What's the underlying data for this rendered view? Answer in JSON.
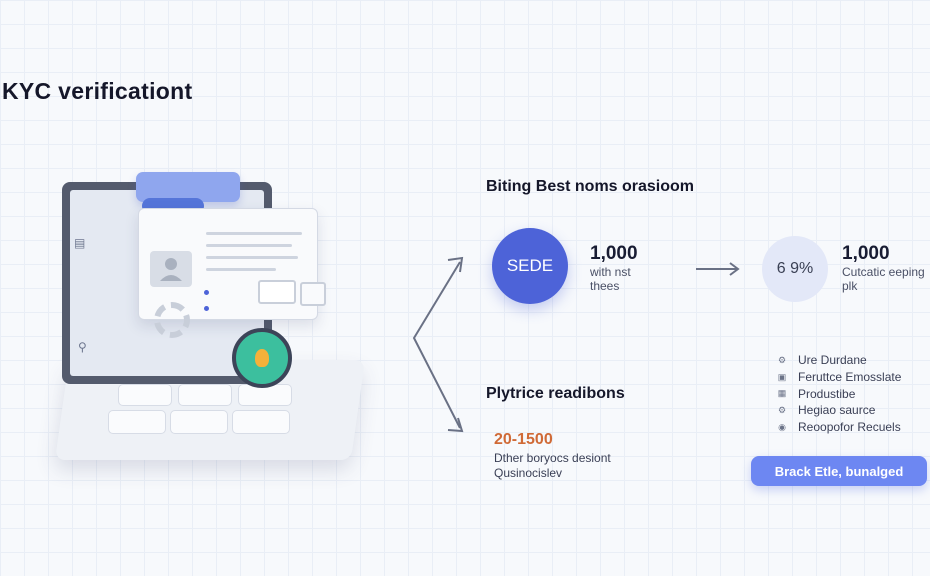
{
  "page": {
    "title": "KYC verificationt"
  },
  "section1": {
    "heading": "Biting Best noms orasioom"
  },
  "stats": [
    {
      "circle": "SEDE",
      "number": "1,000",
      "sub1": "with nst",
      "sub2": "thees"
    },
    {
      "circle": "6 9%",
      "number": "1,000",
      "sub1": "Cutcatic eeping",
      "sub2": "plk"
    }
  ],
  "section2": {
    "heading": "Plytrice readibons",
    "range": "20-1500",
    "text1": "Dther boryocs desiont",
    "text2": "Qusinocislev"
  },
  "list": [
    {
      "label": "Ure Durdane",
      "icon": "gear-icon"
    },
    {
      "label": "Feruttce Emosslate",
      "icon": "clipboard-icon"
    },
    {
      "label": "Produstibe",
      "icon": "grid-icon"
    },
    {
      "label": "Hegiao saurce",
      "icon": "gear-icon"
    },
    {
      "label": "Reoopofor Recuels",
      "icon": "settings-icon"
    }
  ],
  "cta": {
    "label": "Brack Etle, bunalged"
  },
  "colors": {
    "accent": "#4d63d8",
    "button": "#6d87f2",
    "range": "#d06a36"
  }
}
